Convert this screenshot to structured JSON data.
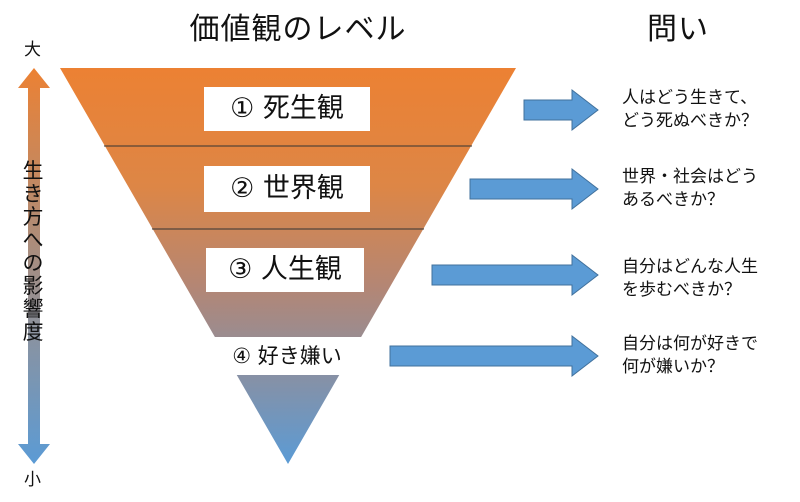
{
  "left_title": "価値観のレベル",
  "right_title": "問い",
  "scale": {
    "top": "大",
    "bottom": "小",
    "side_label": "生き方への影響度"
  },
  "colors": {
    "pyramid_top": "#ec8133",
    "pyramid_bottom": "#5b9bd5",
    "arrow": "#5b9bd5",
    "arrow_stroke": "#41719c"
  },
  "levels": [
    {
      "label": "① 死生観"
    },
    {
      "label": "② 世界観"
    },
    {
      "label": "③ 人生観"
    },
    {
      "label": "④ 好き嫌い"
    }
  ],
  "questions": [
    {
      "text": "人はどう生きて、\nどう死ぬべきか？"
    },
    {
      "text": "世界・社会はどう\nあるべきか？"
    },
    {
      "text": "自分はどんな人生\nを歩むべきか？"
    },
    {
      "text": "自分は何が好きで\n何が嫌いか？"
    }
  ]
}
